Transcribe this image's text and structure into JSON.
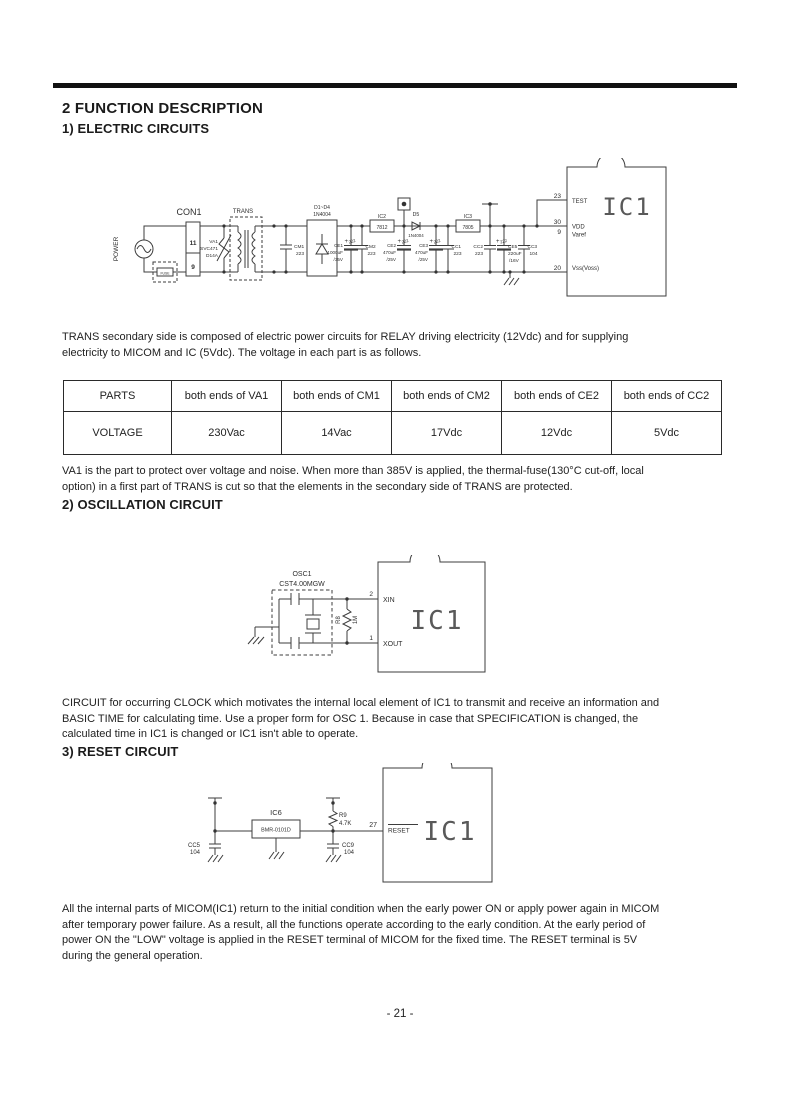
{
  "headings": {
    "h1": "2 FUNCTION DESCRIPTION",
    "s1": "1) ELECTRIC CIRCUITS",
    "s2": "2) OSCILLATION CIRCUIT",
    "s3": "3) RESET CIRCUIT"
  },
  "paragraphs": {
    "p1": [
      "TRANS secondary side is composed of electric power circuits for RELAY driving electricity (12Vdc) and for supplying",
      "electricity to MICOM and IC (5Vdc). The voltage in each part is as follows."
    ],
    "p2": [
      "VA1 is the part to protect over voltage and noise. When more than 385V is applied, the thermal-fuse(130°C cut-off, local",
      "option) in a first part of TRANS is cut so that the elements in the secondary side of TRANS are protected."
    ],
    "p3": [
      "CIRCUIT for occurring CLOCK which motivates the internal local element of IC1 to transmit and receive an information and",
      "BASIC TIME for calculating time. Use a proper form for OSC 1. Because in case that SPECIFICATION is changed, the",
      "calculated time in IC1 is changed or IC1 isn't able to operate."
    ],
    "p4": [
      "All the internal parts of MICOM(IC1) return to the initial condition when the early power ON or apply power again in MICOM",
      "after temporary power failure. As a result, all the functions operate according to the early condition. At the early period of",
      "power ON the \"LOW\" voltage is applied in the RESET terminal of MICOM for the fixed time. The RESET terminal is 5V",
      "during the general operation."
    ]
  },
  "table": {
    "headers": [
      "PARTS",
      "both ends of VA1",
      "both ends of CM1",
      "both ends of CM2",
      "both ends of CE2",
      "both ends of CC2"
    ],
    "rows": [
      [
        "VOLTAGE",
        "230Vac",
        "14Vac",
        "17Vdc",
        "12Vdc",
        "5Vdc"
      ]
    ]
  },
  "c1": {
    "power": "POWER",
    "con1": "CON1",
    "pin11": "11",
    "pin9": "9",
    "fuse": "FUSE",
    "va1": [
      "VA1",
      "SVC471",
      "D14A"
    ],
    "trans": "TRANS",
    "cm1": [
      "CM1",
      "223"
    ],
    "bridge": [
      "D1~D4",
      "1N4004"
    ],
    "ce1": [
      "CE1",
      "1000uF",
      "/35V"
    ],
    "cm2": [
      "CM2",
      "223"
    ],
    "ic2": [
      "IC2",
      "7812"
    ],
    "ce2": [
      "CE2",
      "470uF",
      "/25V"
    ],
    "d5": [
      "D5",
      "1N4004"
    ],
    "ce3": [
      "CE3",
      "470uF",
      "/25V"
    ],
    "ic3": [
      "IC3",
      "7805"
    ],
    "cc1": [
      "CC1",
      "223"
    ],
    "cc2": [
      "CC2",
      "223"
    ],
    "ce5": [
      "CE5",
      "220uF",
      "/16V"
    ],
    "cc3": [
      "CC3",
      "104"
    ],
    "plus": "+",
    "z": "222",
    "ic1": {
      "name": "IC1",
      "p23": "23",
      "test": "TEST",
      "p30": "30",
      "vdd": "VDD",
      "p9": "9",
      "varef": "Varef",
      "p20": "20",
      "vss": "Vss(Voss)"
    }
  },
  "c2": {
    "osc1": "OSC1",
    "part": "CST4.00MGW",
    "r8": "R8",
    "r8v": "1M",
    "pin2": "2",
    "pin1": "1",
    "xin": "XIN",
    "xout": "XOUT",
    "ic1": "IC1"
  },
  "c3": {
    "cc5": [
      "CC5",
      "104"
    ],
    "ic6": "IC6",
    "ic6part": "BMR-0101D",
    "r9": "R9",
    "r9v": "4.7K",
    "cc9": [
      "CC9",
      "104"
    ],
    "pin27": "27",
    "reset": "RESET",
    "ic1": "IC1"
  },
  "footer": "- 21 -"
}
